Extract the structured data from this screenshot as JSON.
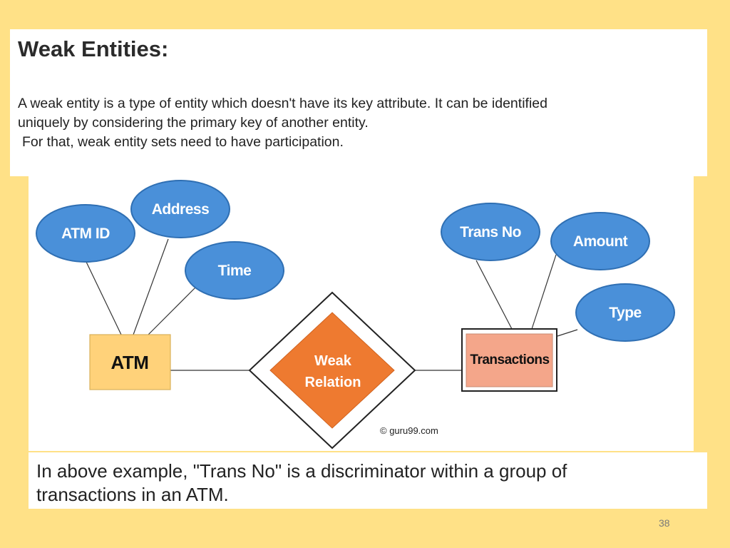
{
  "slide": {
    "title": "Weak Entities:",
    "description_lines": [
      "A weak entity is a type of entity which doesn't have its key attribute. It can be identified",
      "uniquely by considering the primary key of another entity.",
      "For that, weak entity sets need to have participation."
    ],
    "caption_lines": [
      "In above example, \"Trans No\" is a discriminator within a group of",
      "transactions in an ATM."
    ],
    "page_number": "38"
  },
  "diagram": {
    "entities": {
      "atm": "ATM",
      "transactions": "Transactions"
    },
    "relationship": {
      "line1": "Weak",
      "line2": "Relation"
    },
    "attributes": {
      "atm_id": "ATM ID",
      "address": "Address",
      "time": "Time",
      "trans_no": "Trans No",
      "amount": "Amount",
      "type": "Type"
    },
    "copyright": "© guru99.com"
  },
  "colors": {
    "background": "#FFE187",
    "attribute_fill": "#4A90D9",
    "attribute_stroke": "#2F6FB3",
    "strong_entity_fill": "#FFD27A",
    "weak_entity_fill": "#F4A68A",
    "relationship_fill": "#EE7A30"
  }
}
